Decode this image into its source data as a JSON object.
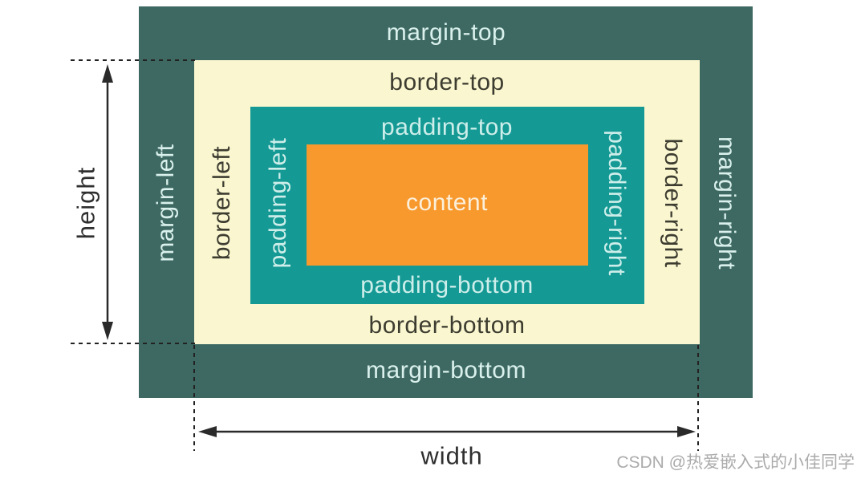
{
  "colors": {
    "margin-bg": "#3e6963",
    "border-bg": "#faf7d0",
    "padding-bg": "#149994",
    "content-bg": "#f8992d",
    "margin-text": "#d9f0ec",
    "border-text": "#3d3c30",
    "padding-text": "#cdeeea",
    "content-text": "#fbf0dc",
    "dimension-text": "#2f2f2f",
    "watermark-text": "#ababab"
  },
  "boxes": {
    "margin": {
      "top": "margin-top",
      "bottom": "margin-bottom",
      "left": "margin-left",
      "right": "margin-right"
    },
    "border": {
      "top": "border-top",
      "bottom": "border-bottom",
      "left": "border-left",
      "right": "border-right"
    },
    "padding": {
      "top": "padding-top",
      "bottom": "padding-bottom",
      "left": "padding-left",
      "right": "padding-right"
    },
    "content": {
      "label": "content"
    }
  },
  "dimensions": {
    "height": "height",
    "width": "width"
  },
  "watermark": "CSDN @热爱嵌入式的小佳同学"
}
